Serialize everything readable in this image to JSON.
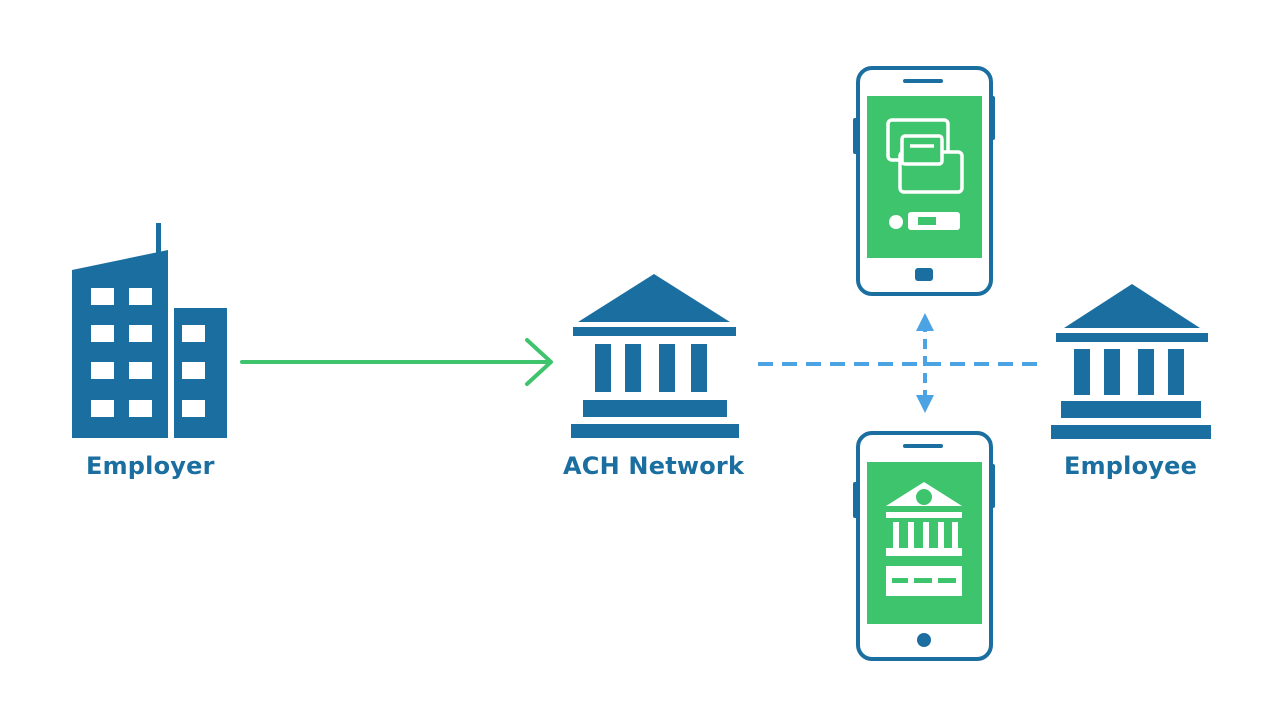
{
  "colors": {
    "primary": "#1b6fa0",
    "accent_green": "#3ec46d",
    "dashed_blue": "#4ba3e3",
    "background": "#ffffff"
  },
  "nodes": {
    "employer": {
      "label": "Employer",
      "icon": "office-building-icon"
    },
    "ach_network": {
      "label": "ACH Network",
      "icon": "bank-icon"
    },
    "employee": {
      "label": "Employee",
      "icon": "bank-icon"
    }
  },
  "devices": {
    "top_phone": {
      "icon": "mobile-phone-icon",
      "screen_icon": "notification-cards-icon"
    },
    "bottom_phone": {
      "icon": "mobile-phone-icon",
      "screen_icon": "mobile-banking-icon"
    }
  },
  "connections": [
    {
      "from": "employer",
      "to": "ach_network",
      "style": "solid",
      "color": "#3ec46d",
      "direction": "forward"
    },
    {
      "from": "ach_network",
      "to": "employee",
      "style": "dashed",
      "color": "#4ba3e3",
      "direction": "none"
    },
    {
      "from": "top_phone",
      "to": "bottom_phone",
      "style": "dashed",
      "color": "#4ba3e3",
      "direction": "both"
    }
  ]
}
